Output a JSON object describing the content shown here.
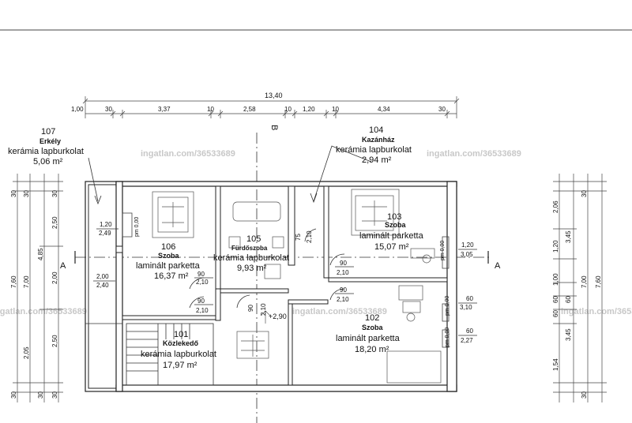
{
  "dimensions": {
    "top_total": "13,40",
    "top_segments": [
      "1,00",
      "30",
      "3,37",
      "10",
      "2,58",
      "10",
      "1,20",
      "10",
      "4,34",
      "30"
    ],
    "left_outer": [
      "30",
      "7,60",
      "30"
    ],
    "left_mid": [
      "7,00",
      "2,05"
    ],
    "left_inner": [
      "30",
      "2,50",
      "4,85",
      "2,00",
      "2,50",
      "30"
    ],
    "right_inner": [
      "2,06",
      "3,45",
      "1,20",
      "1,00",
      "60",
      "60",
      "60",
      "3,45",
      "1,54"
    ],
    "right_mid": [
      "7,00"
    ],
    "right_outer": [
      "30",
      "7,60",
      "30"
    ]
  },
  "section_marks": {
    "a_left": "A",
    "a_right": "A",
    "b_top": "B"
  },
  "rooms": [
    {
      "number": "107",
      "name": "Erkély",
      "floor": "kerámia lapburkolat",
      "area": "5,06 m²"
    },
    {
      "number": "104",
      "name": "Kazánház",
      "floor": "kerámia lapburkolat",
      "area": "2,94 m²"
    },
    {
      "number": "106",
      "name": "Szoba",
      "floor": "laminált parketta",
      "area": "16,37 m²"
    },
    {
      "number": "105",
      "name": "Fürdőszoba",
      "floor": "kerámia lapburkolat",
      "area": "9,93 m²"
    },
    {
      "number": "103",
      "name": "Szoba",
      "floor": "laminált parketta",
      "area": "15,07 m²"
    },
    {
      "number": "101",
      "name": "Közlekedő",
      "floor": "kerámia lapburkolat",
      "area": "17,97 m²"
    },
    {
      "number": "102",
      "name": "Szoba",
      "floor": "laminált parketta",
      "area": "18,20 m²"
    }
  ],
  "openings": {
    "o1": "1,20",
    "o2": "2,49",
    "o3": "pm 0,00",
    "o4": "2,00",
    "o5": "2,40",
    "o6": "90",
    "o7": "2,10",
    "o8": "90",
    "o9": "2,10",
    "o10": "75",
    "o11": "2,10",
    "o12": "90",
    "o13": "2,10",
    "o14": "90",
    "o15": "2,10",
    "o16": "90",
    "o17": "2,10",
    "o18": "1,20",
    "o19": "3,05",
    "o20": "pm 0,00",
    "o21": "60",
    "o22": "3,10",
    "o23": "pm 0,00",
    "o24": "60",
    "o25": "2,27",
    "o26": "pm 0,00",
    "level": "+2,90"
  },
  "watermark": "ingatlan.com/36533689"
}
